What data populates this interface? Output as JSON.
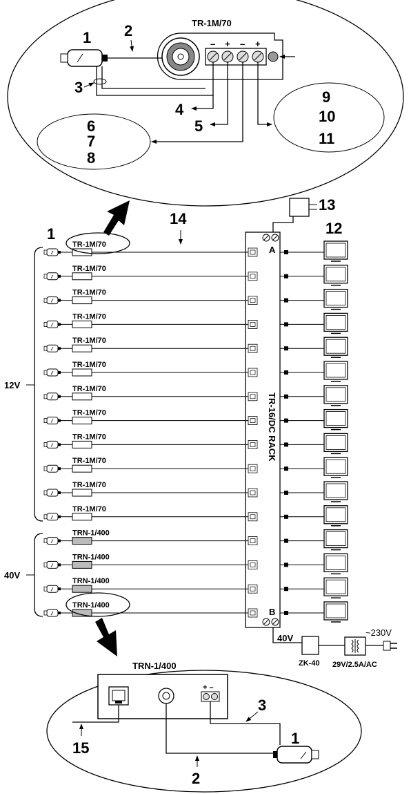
{
  "top_detail": {
    "title": "TR-1M/70",
    "callouts": [
      "1",
      "2",
      "3",
      "4",
      "5"
    ],
    "terminals": [
      "–",
      "+",
      "–",
      "+"
    ],
    "left_group": [
      "6",
      "7",
      "8"
    ],
    "right_group": [
      "9",
      "10",
      "11"
    ]
  },
  "rack": {
    "label": "TR-16/DC RACK",
    "port_a": "A",
    "port_b": "B"
  },
  "callouts_main": {
    "camera": "1",
    "psu": "13",
    "cable": "14",
    "monitors": "12"
  },
  "channels": {
    "camera_count": 16,
    "receivers_12v": [
      "TR-1M/70",
      "TR-1M/70",
      "TR-1M/70",
      "TR-1M/70",
      "TR-1M/70",
      "TR-1M/70",
      "TR-1M/70",
      "TR-1M/70",
      "TR-1M/70",
      "TR-1M/70",
      "TR-1M/70",
      "TR-1M/70"
    ],
    "receivers_40v": [
      "TRN-1/400",
      "TRN-1/400",
      "TRN-1/400",
      "TRN-1/400"
    ],
    "group_12v_label": "12V",
    "group_40v_label": "40V"
  },
  "power": {
    "voltage": "40V",
    "zk_label": "ZK-40",
    "transformer_label": "29V/2.5A/AC",
    "mains_label": "~230V"
  },
  "bottom_detail": {
    "title": "TRN-1/400",
    "terminals": "+ –",
    "callouts": [
      "1",
      "2",
      "3",
      "15"
    ]
  },
  "icons": [
    "camera-icon",
    "monitor-icon",
    "bnc-connector-icon",
    "rj45-socket-icon",
    "power-adapter-icon",
    "transformer-icon",
    "mains-plug-icon"
  ]
}
